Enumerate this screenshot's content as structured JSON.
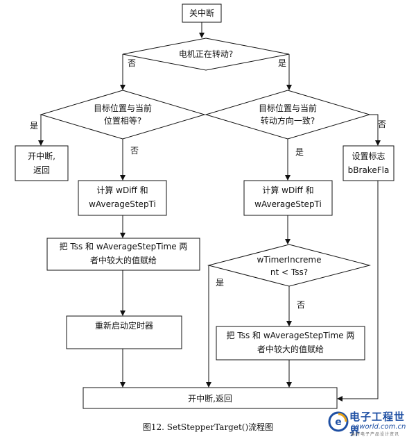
{
  "nodes": {
    "close_interrupt": "关中断",
    "motor_running": "电机正在转动?",
    "target_equal_line1": "目标位置与当前",
    "target_equal_line2": "位置相等?",
    "target_same_dir_line1": "目标位置与当前",
    "target_same_dir_line2": "转动方向一致?",
    "open_return_line1": "开中断,",
    "open_return_line2": "返回",
    "set_flag_line1": "设置标志",
    "set_flag_line2": "bBrakeFla",
    "calc_left_line1": "计算 wDiff 和",
    "calc_left_line2": "wAverageStepTi",
    "calc_right_line1": "计算 wDiff 和",
    "calc_right_line2": "wAverageStepTi",
    "assign_left_line1": "把 Tss 和 wAverageStepTime 两",
    "assign_left_line2": "者中较大的值赋给",
    "timer_cmp_line1": "wTimerIncreme",
    "timer_cmp_line2": "nt < Tss?",
    "restart_timer": "重新启动定时器",
    "assign_right_line1": "把 Tss 和 wAverageStepTime 两",
    "assign_right_line2": "者中较大的值赋给",
    "final_open_return": "开中断,返回"
  },
  "branches": {
    "motor_no": "否",
    "motor_yes": "是",
    "equal_yes": "是",
    "equal_no": "否",
    "dir_yes": "是",
    "dir_no": "否",
    "timer_yes": "是",
    "timer_no": "否"
  },
  "caption": "图12. SetStepperTarget()流程图",
  "watermark": {
    "main": "电子工程世界",
    "site": "eeworld.com.cn",
    "sub": "最新电子产品设计资讯"
  }
}
